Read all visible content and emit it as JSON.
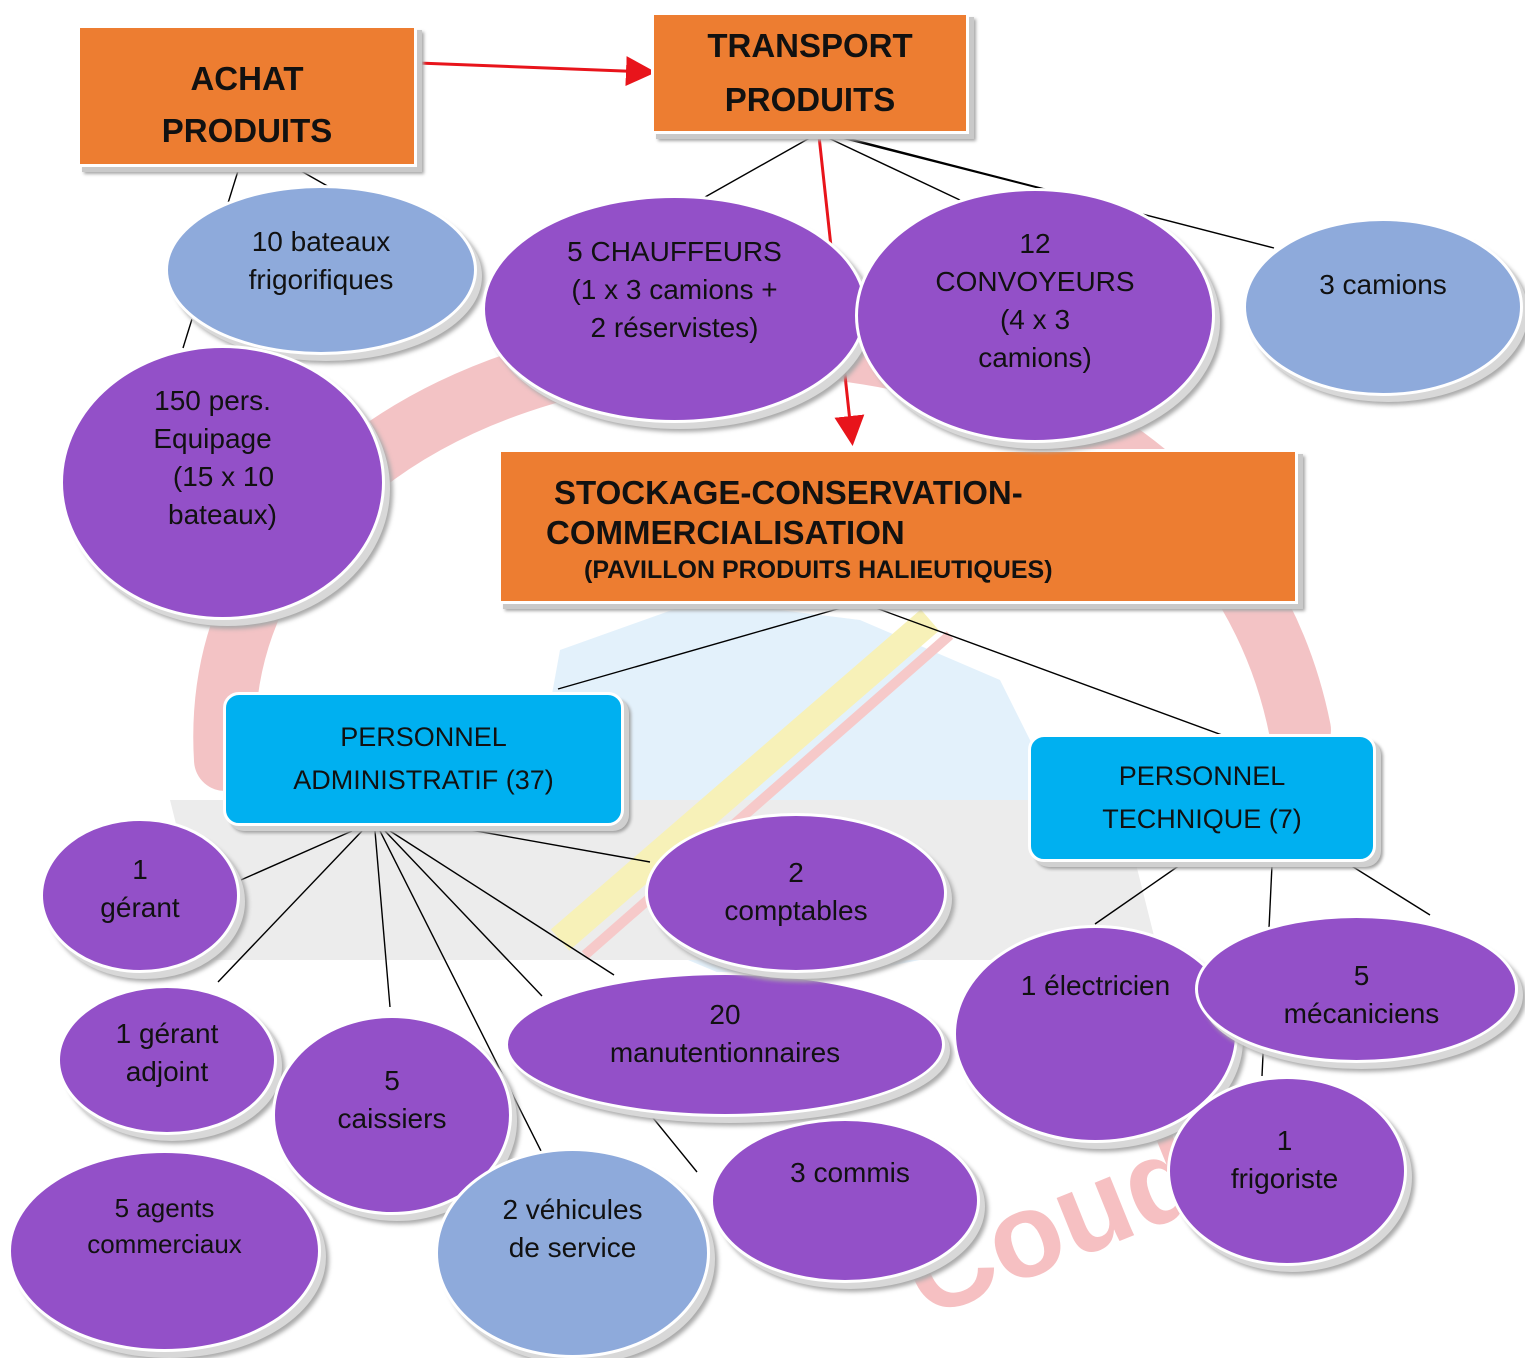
{
  "colors": {
    "orange_box": "#ed7d31",
    "purple_node": "#9350c8",
    "light_blue_node": "#8eaadb",
    "cyan_box": "#00b0f0",
    "flow_arrow": "#e8141b"
  },
  "watermark": {
    "text": "Coudeu"
  },
  "boxes": {
    "achat": {
      "line1": "ACHAT",
      "line2": "PRODUITS"
    },
    "transport": {
      "line1": "TRANSPORT",
      "line2": "PRODUITS"
    },
    "stockage": {
      "line1": "STOCKAGE-CONSERVATION-",
      "line2": "COMMERCIALISATION",
      "line3": "(PAVILLON PRODUITS HALIEUTIQUES)"
    },
    "admin": {
      "line1": "PERSONNEL",
      "line2": "ADMINISTRATIF (37)"
    },
    "tech": {
      "line1": "PERSONNEL",
      "line2": "TECHNIQUE (7)"
    }
  },
  "nodes": {
    "bateaux": {
      "line1": "10 bateaux",
      "line2": "frigorifiques"
    },
    "equipage": {
      "line1": "150 pers.",
      "line2": "Equipage",
      "line3": "(15 x 10",
      "line4": "bateaux)"
    },
    "chauffeurs": {
      "line1": "5 CHAUFFEURS",
      "line2": "(1 x 3 camions +",
      "line3": "2 réservistes)"
    },
    "convoyeurs": {
      "line1": "12",
      "line2": "CONVOYEURS",
      "line3": "(4 x 3",
      "line4": "camions)"
    },
    "camions": {
      "line1": "3 camions"
    },
    "gerant": {
      "line1": "1",
      "line2": "gérant"
    },
    "gerant_adjoint": {
      "line1": "1 gérant",
      "line2": "adjoint"
    },
    "caissiers": {
      "line1": "5",
      "line2": "caissiers"
    },
    "agents": {
      "line1": "5 agents",
      "line2": "commerciaux"
    },
    "vehicules": {
      "line1": "2 véhicules",
      "line2": "de service"
    },
    "manutentionnaires": {
      "line1": "20",
      "line2": "manutentionnaires"
    },
    "commis": {
      "line1": "3 commis"
    },
    "comptables": {
      "line1": "2",
      "line2": "comptables"
    },
    "electricien": {
      "line1": "1 électricien"
    },
    "mecaniciens": {
      "line1": "5",
      "line2": "mécaniciens"
    },
    "frigoriste": {
      "line1": "1",
      "line2": "frigoriste"
    }
  }
}
